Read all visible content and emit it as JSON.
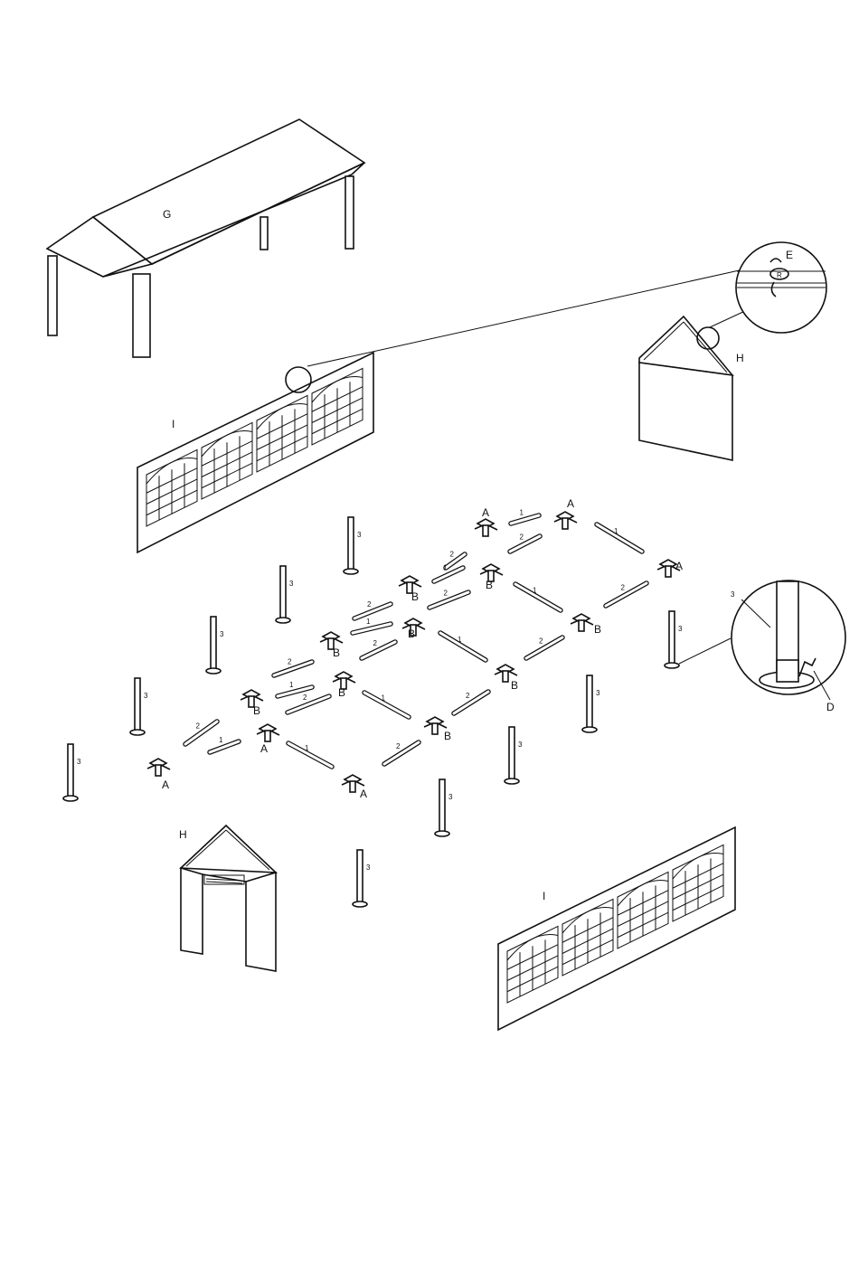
{
  "labels": {
    "canopy": "G",
    "gable_end": "H",
    "side_wall": "I",
    "corner_connector": "A",
    "tee_connector": "B",
    "pole_1": "1",
    "pole_2": "2",
    "leg_3": "3",
    "ground_stake": "D",
    "bungee": "E",
    "ring": "R"
  },
  "colors": {
    "line": "#111111",
    "paper": "#ffffff"
  }
}
